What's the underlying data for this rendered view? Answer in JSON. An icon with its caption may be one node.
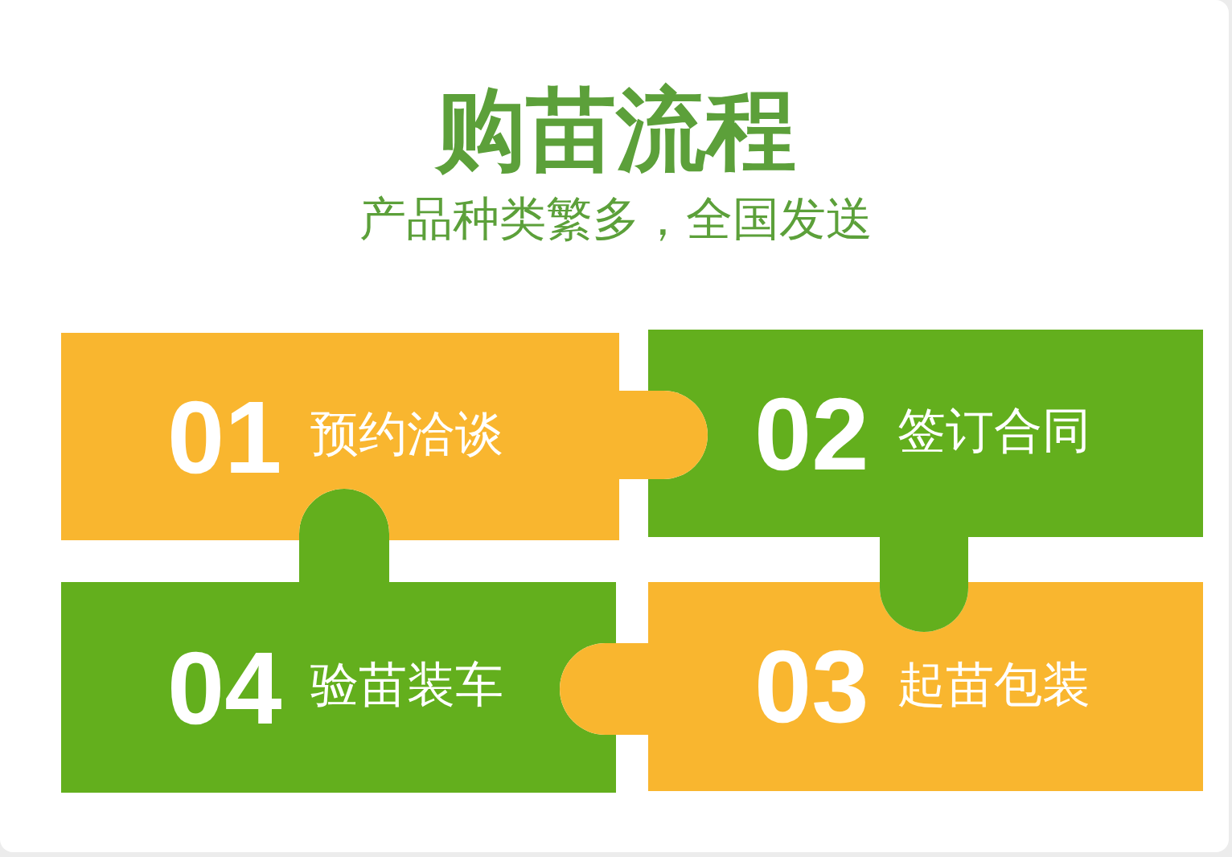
{
  "diagram": {
    "title": "购苗流程",
    "nodes": [
      {
        "text": [
          "01",
          "预约洽谈"
        ]
      },
      {
        "text": [
          "02",
          "签订合同"
        ]
      },
      {
        "text": [
          "03",
          "起苗包装"
        ]
      },
      {
        "text": [
          "04",
          "验苗装车"
        ]
      }
    ],
    "labels": [
      "产品种类繁多，全国发送"
    ]
  }
}
